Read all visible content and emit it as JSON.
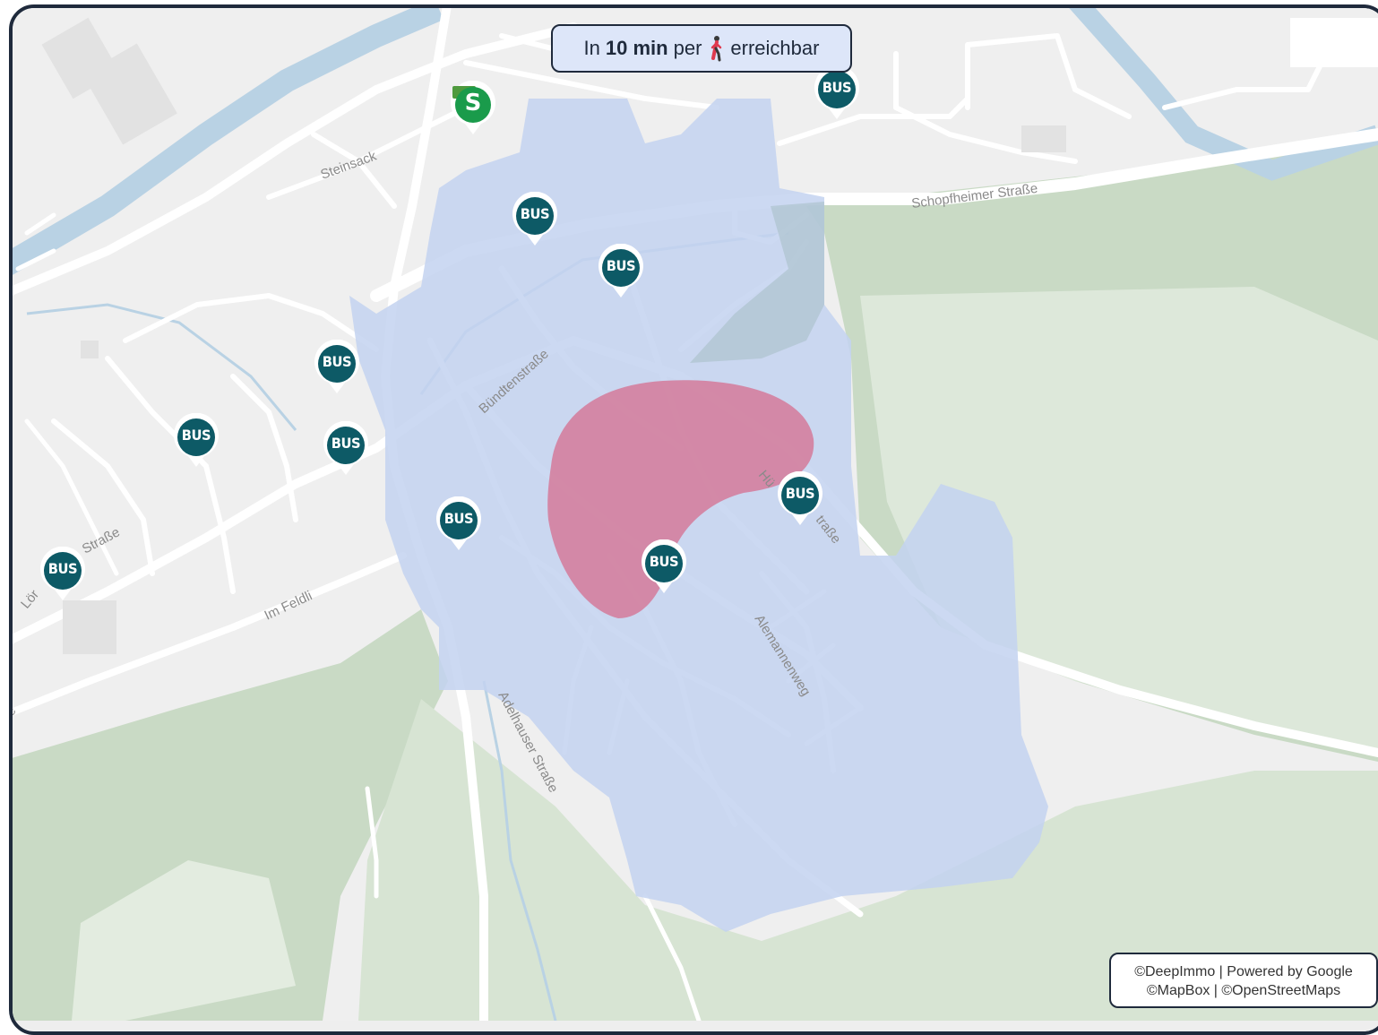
{
  "banner": {
    "prefix": "In",
    "duration": "10 min",
    "middle": "per",
    "mode_icon": "walking-person-icon",
    "suffix": "erreichbar"
  },
  "attribution": {
    "line1": "©DeepImmo | Powered by Google",
    "line2": "©MapBox | ©OpenStreetMaps"
  },
  "streets": {
    "steinsack": "Steinsack",
    "schopfheimer": "Schopfheimer Straße",
    "buendten": "Bündtenstraße",
    "loerracher": "Straße",
    "loer_prefix": "Lör",
    "im_feldli": "Im Feldli",
    "adelhauser": "Adelhauser Straße",
    "alemannenweg": "Alemannenweg",
    "hue": "Hü",
    "strasse_east": "traße",
    "edge_left": "e"
  },
  "markers": {
    "bus_label": "BUS",
    "s_label": "S",
    "marker_color": "#0d5a66",
    "s_color": "#1a9b4b"
  },
  "colors": {
    "isochrone_walk": "#c3d2f0",
    "isochrone_target": "#d4809f",
    "forest": "#c8d9c4",
    "water": "#b9d2e4",
    "land": "#efefef"
  }
}
